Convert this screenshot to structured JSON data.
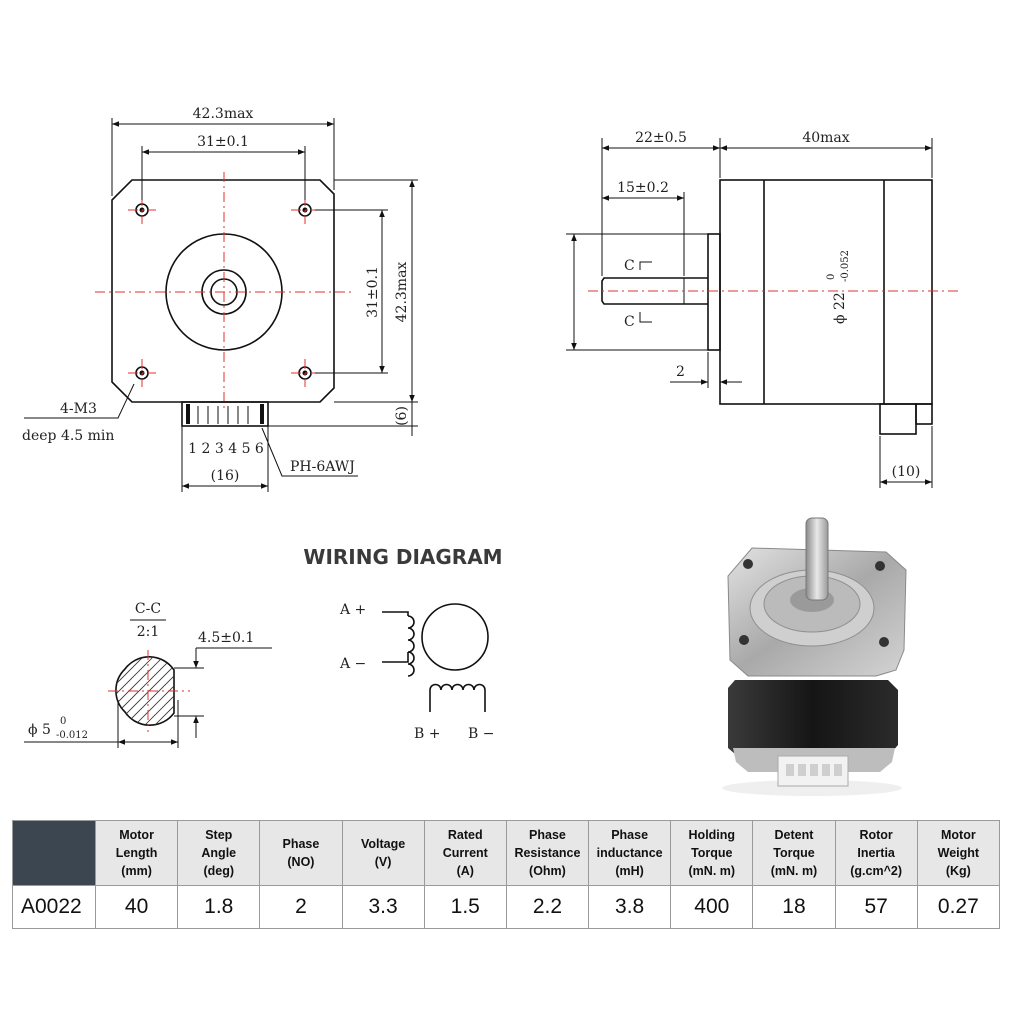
{
  "front_view": {
    "dim_width": "42.3max",
    "dim_hole_spacing": "31±0.1",
    "dim_hole_spacing_v": "31±0.1",
    "dim_height": "42.3max",
    "dim_connector_offset": "(6)",
    "thread_label_1": "4-M3",
    "thread_label_2": "deep 4.5 min",
    "pin_numbers": "1 2 3 4 5 6",
    "dim_connector_width": "(16)",
    "connector_label": "PH-6AWJ"
  },
  "side_view": {
    "dim_shaft_len": "22±0.5",
    "dim_flat_len": "15±0.2",
    "dim_body": "40max",
    "dim_boss_main": "ϕ 22",
    "dim_boss_upper": "0",
    "dim_boss_lower": "-0.052",
    "section_mark": "C",
    "dim_boss_height": "2",
    "dim_connector": "(10)"
  },
  "section_view": {
    "title": "C-C",
    "scale": "2:1",
    "dim_flat": "4.5±0.1",
    "dim_dia_main": "ϕ 5",
    "dim_dia_upper": "0",
    "dim_dia_lower": "-0.012"
  },
  "wiring": {
    "title": "WIRING DIAGRAM",
    "a_plus": "A +",
    "a_minus": "A −",
    "b_plus": "B +",
    "b_minus": "B −"
  },
  "spec_table": {
    "headers": [
      [
        "Motor",
        "Length",
        "(mm)"
      ],
      [
        "Step",
        "Angle",
        "(deg)"
      ],
      [
        "Phase",
        "(NO)"
      ],
      [
        "Voltage",
        "(V)"
      ],
      [
        "Rated",
        "Current",
        "(A)"
      ],
      [
        "Phase",
        "Resistance",
        "(Ohm)"
      ],
      [
        "Phase",
        "inductance",
        "(mH)"
      ],
      [
        "Holding",
        "Torque",
        "(mN. m)"
      ],
      [
        "Detent",
        "Torque",
        "(mN. m)"
      ],
      [
        "Rotor",
        "Inertia",
        "(g.cm^2)"
      ],
      [
        "Motor",
        "Weight",
        "(Kg)"
      ]
    ],
    "row": {
      "model": "A0022",
      "values": [
        "40",
        "1.8",
        "2",
        "3.3",
        "1.5",
        "2.2",
        "3.8",
        "400",
        "18",
        "57",
        "0.27"
      ]
    }
  },
  "colors": {
    "centerline": "#e03030",
    "corner_cell": "#3c4650",
    "header_bg": "#e7e7e7"
  }
}
